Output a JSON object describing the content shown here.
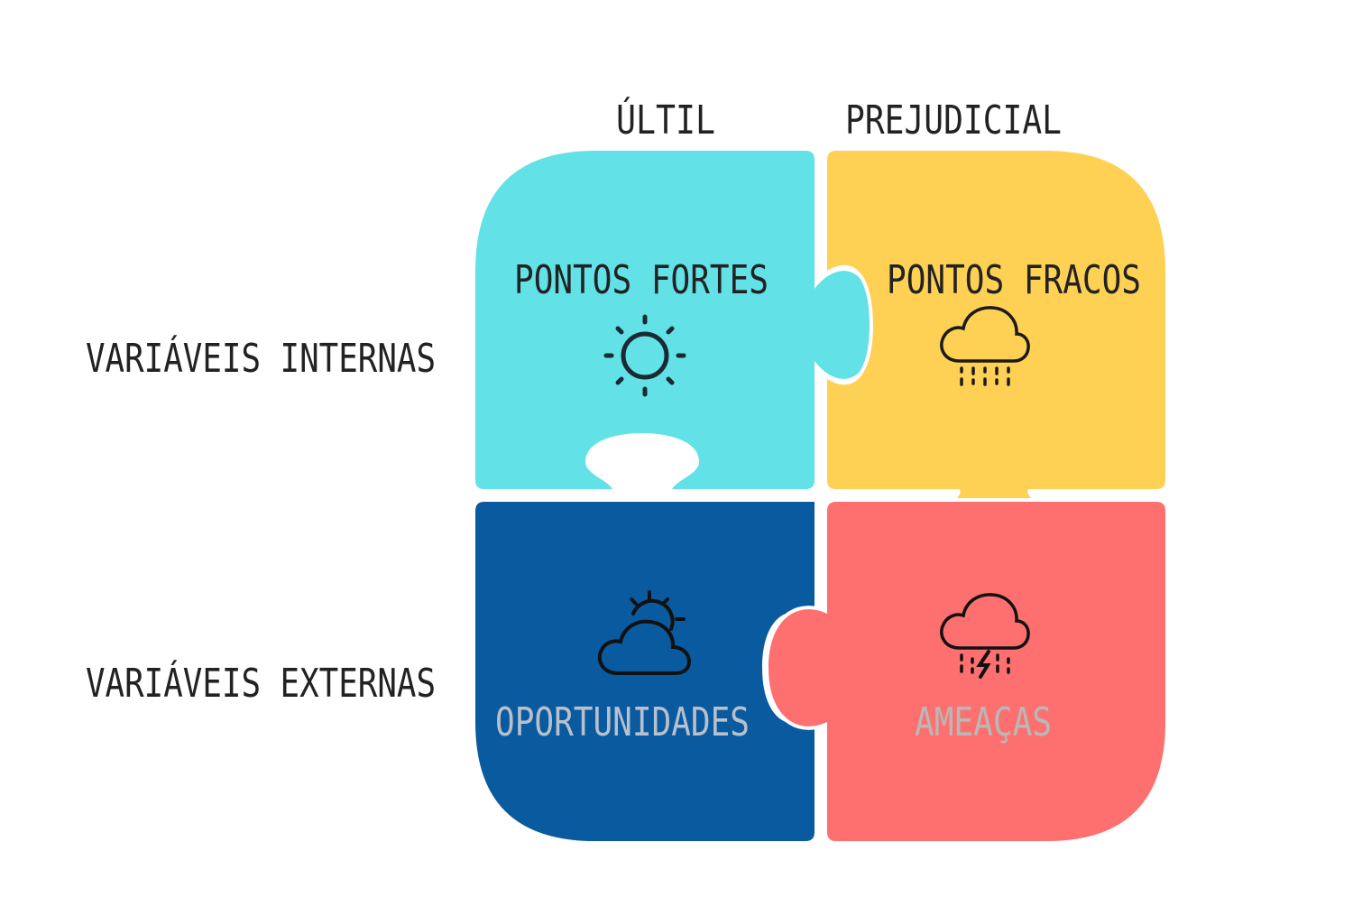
{
  "columns": {
    "helpful": "ÚLTIL",
    "harmful": "PREJUDICIAL"
  },
  "rows": {
    "internal": "VARIÁVEIS INTERNAS",
    "external": "VARIÁVEIS EXTERNAS"
  },
  "quadrants": {
    "strengths": {
      "label": "PONTOS FORTES",
      "icon": "sun-icon",
      "color": "#62e1e6",
      "text_color": "#222222"
    },
    "weaknesses": {
      "label": "PONTOS FRACOS",
      "icon": "rain-cloud-icon",
      "color": "#fed154",
      "text_color": "#222222"
    },
    "opportunities": {
      "label": "OPORTUNIDADES",
      "icon": "partly-cloudy-icon",
      "color": "#0a5aa0",
      "text_color": "#b8c0cc"
    },
    "threats": {
      "label": "AMEAÇAS",
      "icon": "storm-cloud-icon",
      "color": "#fe6f6f",
      "text_color": "#b8b8b8"
    }
  }
}
